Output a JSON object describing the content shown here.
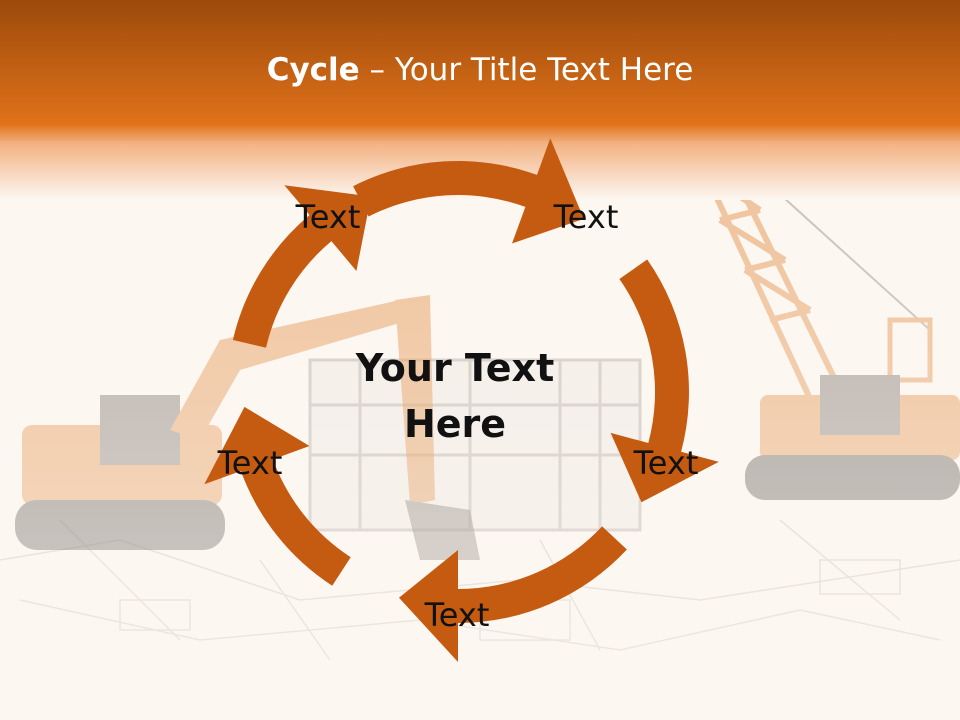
{
  "title": {
    "bold": "Cycle",
    "rest": " – Your Title Text Here"
  },
  "center": {
    "line1": "Your Text",
    "line2": "Here"
  },
  "nodes": [
    "Text",
    "Text",
    "Text",
    "Text",
    "Text"
  ],
  "colors": {
    "arrow": "#c55a11",
    "banner_top": "#a94e0b",
    "banner_bottom": "#e0741a",
    "background": "#fdf7f2"
  }
}
